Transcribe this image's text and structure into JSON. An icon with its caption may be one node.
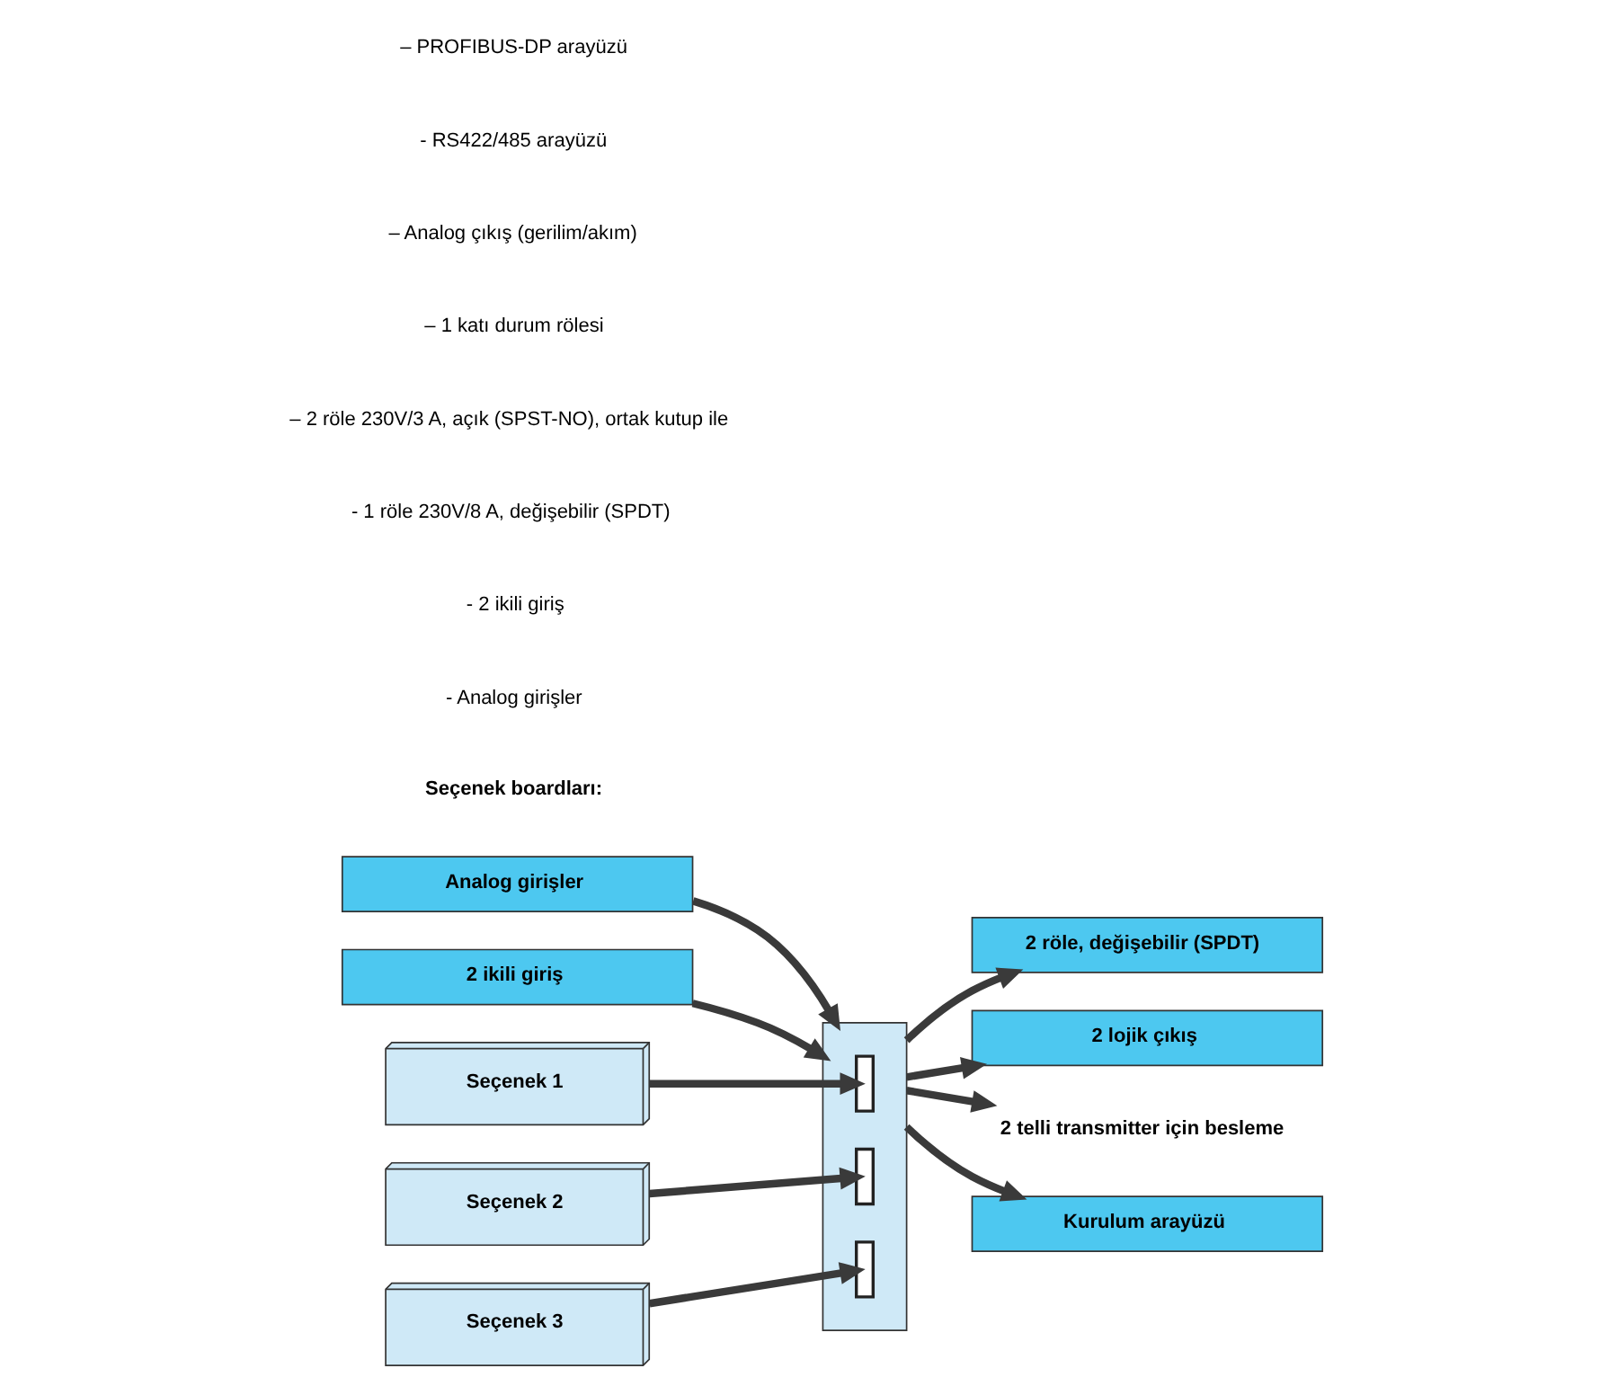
{
  "diagram": {
    "nodes": [
      {
        "text": [
          "Analog girişler"
        ]
      },
      {
        "text": [],
        "shape": "box"
      },
      {
        "text": [
          "2 röle, değişebilir (SPDT)"
        ]
      },
      {
        "text": [
          "2 ikili giriş"
        ]
      },
      {
        "text": [
          "2 lojik çıkış"
        ]
      },
      {
        "text": [
          "2 telli transmitter için besleme"
        ]
      },
      {
        "text": [
          "Seçenek 1"
        ]
      },
      {
        "text": [],
        "shape": "box",
        "in": 1
      },
      {
        "text": [
          "Kurulum arayüzü"
        ]
      },
      {
        "text": [
          "Seçenek 2"
        ]
      },
      {
        "text": [],
        "shape": "box",
        "in": 1
      },
      {
        "text": [
          "Seçenek 3"
        ]
      },
      {
        "text": [],
        "shape": "box",
        "in": 1
      }
    ],
    "edges": [
      {
        "from": 0,
        "to": 1,
        "arrow": "to"
      },
      {
        "from": 3,
        "to": 1,
        "arrow": "to"
      },
      {
        "from": 1,
        "to": 2,
        "arrow": "to"
      },
      {
        "from": 1,
        "to": 4,
        "arrow": "to"
      },
      {
        "from": 1,
        "to": 5,
        "arrow": "to"
      },
      {
        "from": 1,
        "to": 8,
        "arrow": "to"
      },
      {
        "from": 6,
        "to": 7,
        "arrow": "to"
      },
      {
        "from": 9,
        "to": 10,
        "arrow": "to"
      },
      {
        "from": 11,
        "to": 12,
        "arrow": "to"
      }
    ],
    "labels": [
      "Seçenek boardları:",
      "- Analog girişler",
      "- 2 ikili giriş",
      "- 1 röle 230V/8 A, değişebilir (SPDT)",
      "– 2 röle 230V/3 A, açık (SPST-NO), ortak kutup ile",
      "– 1 katı durum rölesi",
      "– Analog çıkış (gerilim/akım)",
      "- RS422/485 arayüzü",
      "– PROFIBUS-DP arayüzü"
    ]
  }
}
